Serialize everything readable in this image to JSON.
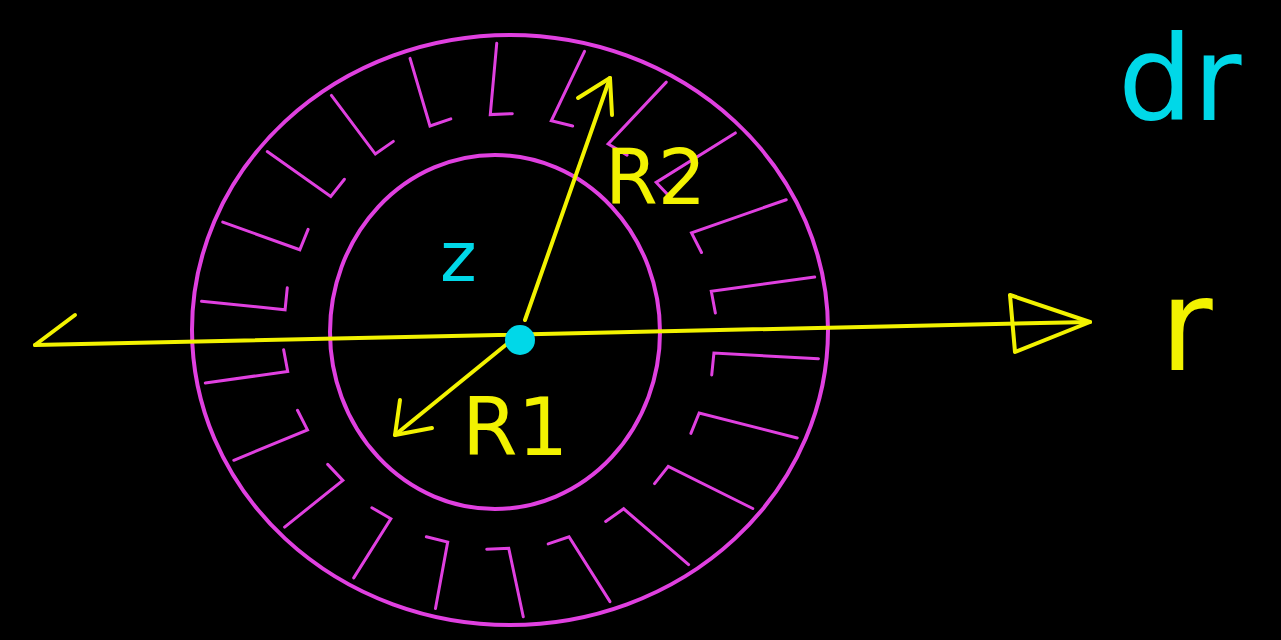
{
  "diagram": {
    "labels": [
      "R2",
      "R1",
      "z",
      "dr",
      "r"
    ]
  }
}
